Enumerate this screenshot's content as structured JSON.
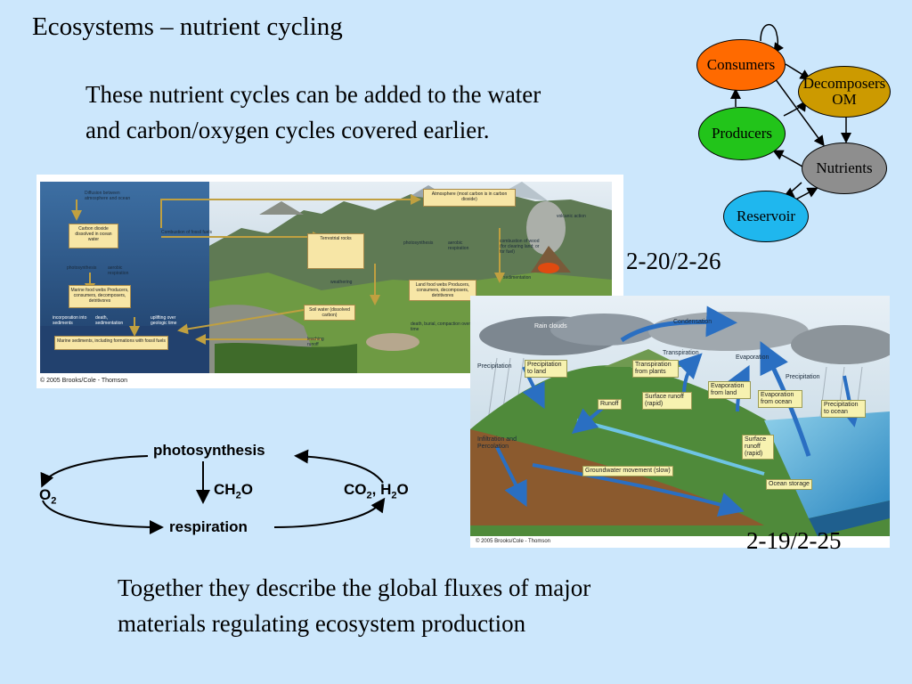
{
  "slide": {
    "title": "Ecosystems – nutrient cycling",
    "intro": [
      "These nutrient cycles can be added to the water",
      "and carbon/oxygen cycles covered earlier."
    ],
    "closing": [
      "Together they describe the global fluxes of major",
      "materials regulating ecosystem production"
    ],
    "carbon_fig_label": "2-20/2-26",
    "water_fig_label": "2-19/2-25"
  },
  "carbon_figure": {
    "copyright": "© 2005 Brooks/Cole - Thomson",
    "boxes": {
      "atmosphere": "Atmosphere (most carbon is in carbon dioxide)",
      "ocean": "Carbon dioxide dissolved in ocean water",
      "marine_webs": "Marine food webs Producers, consumers, decomposers, detritivores",
      "terrestrial": "Terrestrial rocks",
      "land_webs": "Land food webs Producers, consumers, decomposers, detritivores",
      "soil": "Soil water (dissolved carbon)",
      "sediments": "Marine sediments, including formations with fossil fuels"
    },
    "labels": {
      "diffusion": "Diffusion between atmosphere and ocean",
      "combustion": "Combustion of fossil fuels",
      "photo_ocean": "photosynthesis",
      "resp_ocean": "aerobic respiration",
      "photo_land": "photosynthesis",
      "resp_land": "aerobic respiration",
      "burning": "combustion of wood (for clearing land; or for fuel)",
      "volcanic": "volcanic action",
      "weathering": "weathering",
      "sedimentation": "sedimentation",
      "leaching": "leaching runoff",
      "uplift": "uplifting over geologic time",
      "incorporation": "incorporation into sediments",
      "death": "death, sedimentation",
      "death_land": "death, burial, compaction over geologic time"
    }
  },
  "water_figure": {
    "copyright": "© 2005 Brooks/Cole - Thomson",
    "labels": {
      "rain_clouds": "Rain clouds",
      "condensation": "Condensation",
      "transpiration": "Transpiration",
      "evaporation": "Evaporation",
      "precipitation_left": "Precipitation",
      "precipitation_right": "Precipitation",
      "infiltration": "Infiltration and Percolation"
    },
    "boxes": {
      "precip_land": "Precipitation to land",
      "transp_plants": "Transpiration from plants",
      "evap_land": "Evaporation from land",
      "evap_ocean": "Evaporation from ocean",
      "precip_ocean": "Precipitation to ocean",
      "surface_runoff": "Surface runoff (rapid)",
      "runoff": "Runoff",
      "surface_runoff2": "Surface runoff (rapid)",
      "groundwater": "Groundwater movement (slow)",
      "ocean_storage": "Ocean storage"
    }
  },
  "reaction": {
    "photosynthesis": "photosynthesis",
    "respiration": "respiration",
    "o2": "O",
    "o2_sub": "2",
    "ch2o_a": "CH",
    "ch2o_sub": "2",
    "ch2o_b": "O",
    "co2_a": "CO",
    "co2_sub": "2",
    "co2_mid": ", H",
    "h2o_sub": "2",
    "h2o_b": "O"
  },
  "nutrient_diagram": {
    "consumers": "Consumers",
    "decomposers": "Decomposers",
    "om": "OM",
    "producers": "Producers",
    "nutrients": "Nutrients",
    "reservoir": "Reservoir",
    "colors": {
      "consumers": "#ff6a00",
      "decomposers": "#cc9a00",
      "producers": "#22c41a",
      "nutrients": "#8e8e8e",
      "reservoir": "#1fb7ee"
    }
  }
}
